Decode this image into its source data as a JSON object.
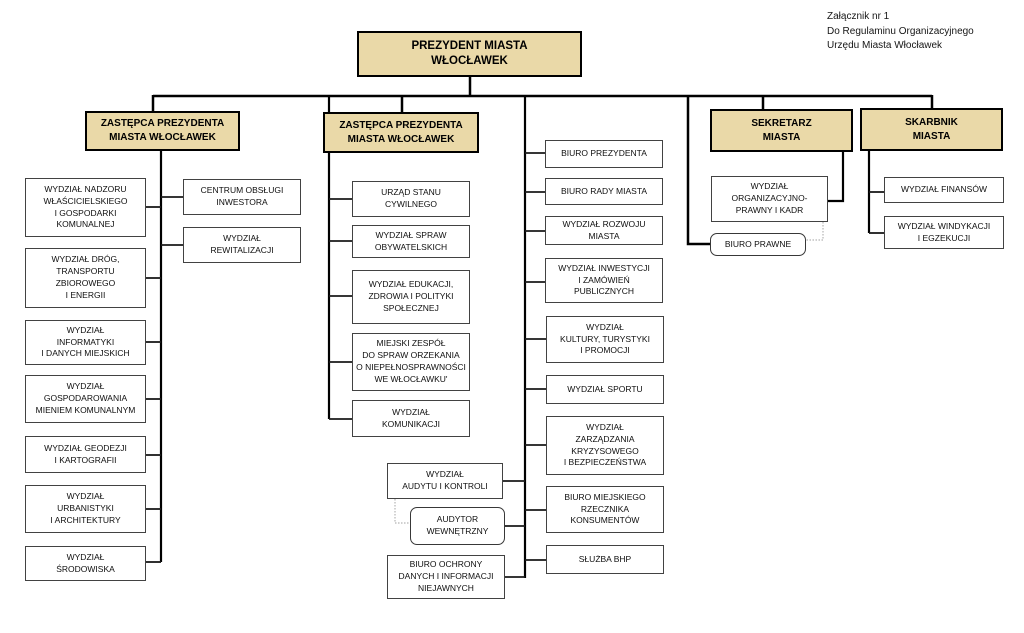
{
  "annotation": {
    "line1": "Załącznik nr 1",
    "line2": "Do Regulaminu Organizacyjnego",
    "line3": "Urzędu Miasta Włocławek"
  },
  "colors": {
    "primary_fill": "#ead9a8",
    "primary_border": "#000000",
    "dept_border": "#424242",
    "connector": "#000000",
    "dotted_connector": "#b3b3b3"
  },
  "nodes": [
    {
      "id": "president",
      "label": "PREZYDENT MIASTA\nWŁOCŁAWEK",
      "type": "president"
    },
    {
      "id": "deputy-left",
      "label": "ZASTĘPCA PREZYDENTA\nMIASTA WŁOCŁAWEK",
      "type": "primary"
    },
    {
      "id": "deputy-center",
      "label": "ZASTĘPCA PREZYDENTA\nMIASTA WŁOCŁAWEK",
      "type": "primary"
    },
    {
      "id": "sekretarz",
      "label": "SEKRETARZ\nMIASTA",
      "type": "primary"
    },
    {
      "id": "skarbnik",
      "label": "SKARBNIK\nMIASTA",
      "type": "primary"
    },
    {
      "id": "wydzial-nadzoru",
      "label": "WYDZIAŁ NADZORU\nWŁAŚCICIELSKIEGO\nI GOSPODARKI\nKOMUNALNEJ",
      "type": "dept"
    },
    {
      "id": "wydzial-drog",
      "label": "WYDZIAŁ DRÓG,\nTRANSPORTU\nZBIOROWEGO\nI ENERGII",
      "type": "dept"
    },
    {
      "id": "wydzial-informatyki",
      "label": "WYDZIAŁ\nINFORMATYKI\nI DANYCH MIEJSKICH",
      "type": "dept"
    },
    {
      "id": "wydzial-gospodarowania",
      "label": "WYDZIAŁ\nGOSPODAROWANIA\nMIENIEM KOMUNALNYM",
      "type": "dept"
    },
    {
      "id": "wydzial-geodezji",
      "label": "WYDZIAŁ GEODEZJI\nI KARTOGRAFII",
      "type": "dept"
    },
    {
      "id": "wydzial-urbanistyki",
      "label": "WYDZIAŁ\nURBANISTYKI\nI ARCHITEKTURY",
      "type": "dept"
    },
    {
      "id": "wydzial-srodowiska",
      "label": "WYDZIAŁ\nŚRODOWISKA",
      "type": "dept"
    },
    {
      "id": "centrum-obslugi",
      "label": "CENTRUM OBSŁUGI\nINWESTORA",
      "type": "dept"
    },
    {
      "id": "wydzial-rewitalizacji",
      "label": "WYDZIAŁ\nREWITALIZACJI",
      "type": "dept"
    },
    {
      "id": "urzad-stanu",
      "label": "URZĄD STANU\nCYWILNEGO",
      "type": "dept"
    },
    {
      "id": "wydzial-spraw",
      "label": "WYDZIAŁ SPRAW\nOBYWATELSKICH",
      "type": "dept"
    },
    {
      "id": "wydzial-edukacji",
      "label": "WYDZIAŁ EDUKACJI,\nZDROWIA I POLITYKI\nSPOŁECZNEJ",
      "type": "dept"
    },
    {
      "id": "miejski-zespol",
      "label": "MIEJSKI ZESPÓŁ\nDO SPRAW ORZEKANIA\nO NIEPEŁNOSPRAWNOŚCI\nWE WŁOCŁAWKU'",
      "type": "dept"
    },
    {
      "id": "wydzial-komunikacji",
      "label": "WYDZIAŁ\nKOMUNIKACJI",
      "type": "dept"
    },
    {
      "id": "biuro-prezydenta",
      "label": "BIURO PREZYDENTA",
      "type": "dept"
    },
    {
      "id": "biuro-rady",
      "label": "BIURO RADY MIASTA",
      "type": "dept"
    },
    {
      "id": "wydzial-rozwoju",
      "label": "WYDZIAŁ ROZWOJU\nMIASTA",
      "type": "dept"
    },
    {
      "id": "wydzial-inwestycji",
      "label": "WYDZIAŁ INWESTYCJI\nI ZAMÓWIEŃ\nPUBLICZNYCH",
      "type": "dept"
    },
    {
      "id": "wydzial-kultury",
      "label": "WYDZIAŁ\nKULTURY, TURYSTYKI\nI PROMOCJI",
      "type": "dept"
    },
    {
      "id": "wydzial-sportu",
      "label": "WYDZIAŁ SPORTU",
      "type": "dept"
    },
    {
      "id": "wydzial-zarzadzania",
      "label": "WYDZIAŁ\nZARZĄDZANIA\nKRYZYSOWEGO\nI BEZPIECZEŃSTWA",
      "type": "dept"
    },
    {
      "id": "biuro-rzecznika",
      "label": "BIURO MIEJSKIEGO\nRZECZNIKA\nKONSUMENTÓW",
      "type": "dept"
    },
    {
      "id": "sluzba-bhp",
      "label": "SŁUŻBA BHP",
      "type": "dept"
    },
    {
      "id": "wydzial-audytu",
      "label": "WYDZIAŁ\nAUDYTU I KONTROLI",
      "type": "dept"
    },
    {
      "id": "audytor",
      "label": "AUDYTOR\nWEWNĘTRZNY",
      "type": "rounded"
    },
    {
      "id": "biuro-ochrony",
      "label": "BIURO OCHRONY\nDANYCH I INFORMACJI\nNIEJAWNYCH",
      "type": "dept"
    },
    {
      "id": "wydzial-organizacyjno",
      "label": "WYDZIAŁ\nORGANIZACYJNO-\nPRAWNY I KADR",
      "type": "dept"
    },
    {
      "id": "biuro-prawne",
      "label": "BIURO PRAWNE",
      "type": "rounded"
    },
    {
      "id": "wydzial-finansow",
      "label": "WYDZIAŁ FINANSÓW",
      "type": "dept"
    },
    {
      "id": "wydzial-windykacji",
      "label": "WYDZIAŁ WINDYKACJI\nI EGZEKUCJI",
      "type": "dept"
    }
  ]
}
